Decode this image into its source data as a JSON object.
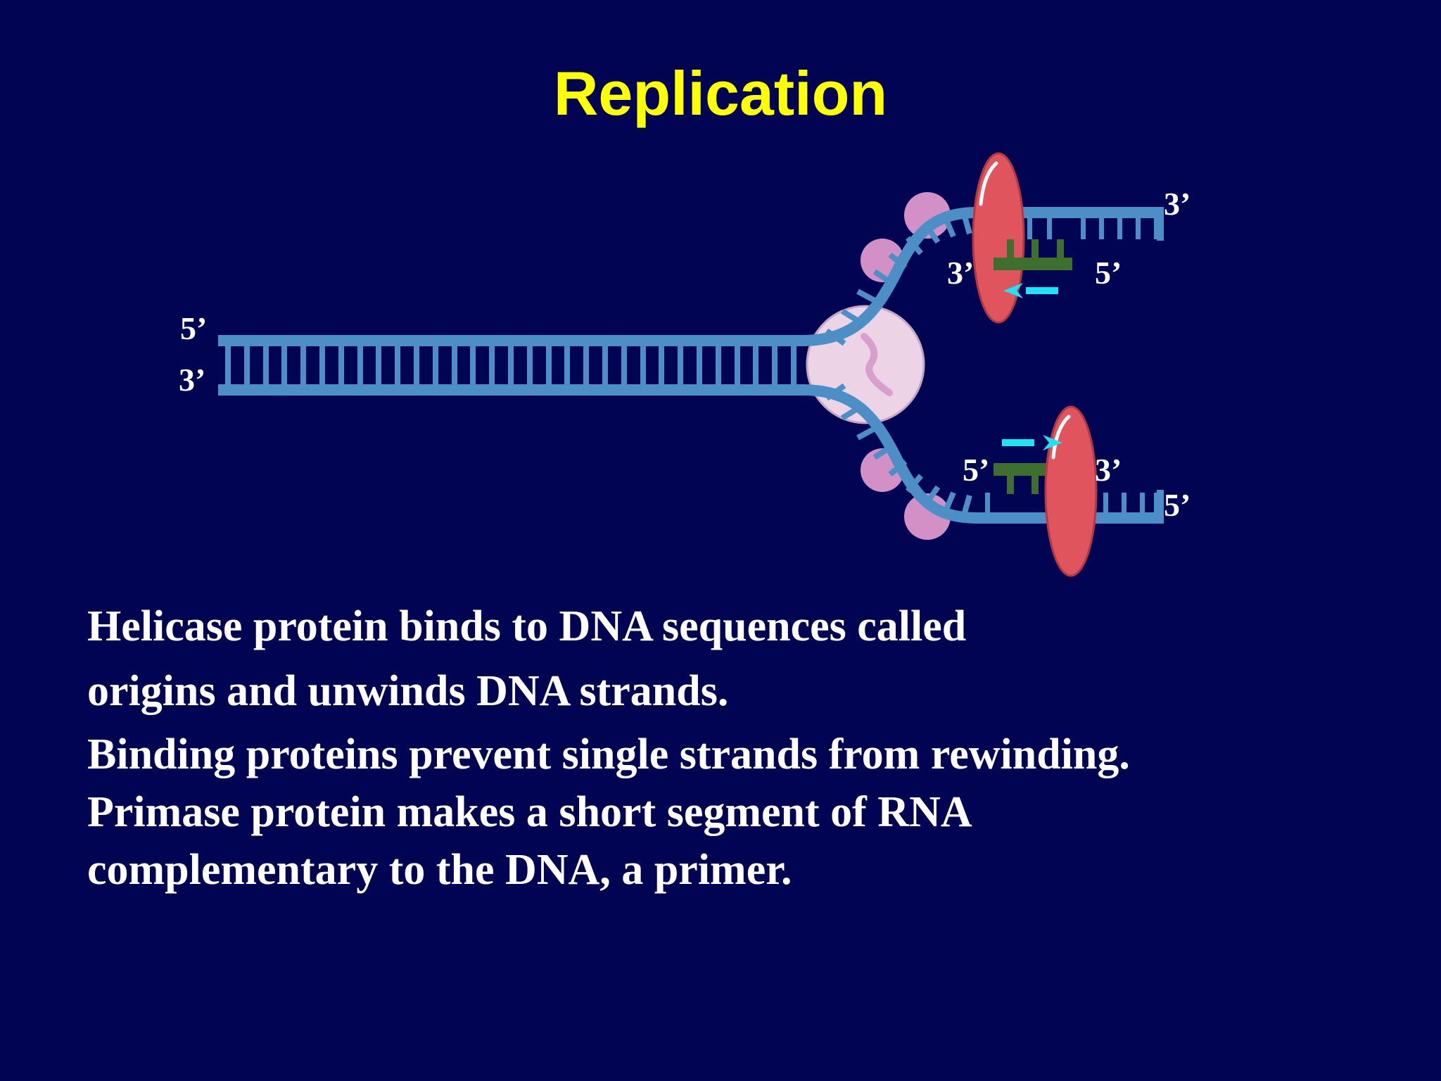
{
  "slide": {
    "title": "Replication",
    "background_color": "#000452",
    "title_color": "#ffff00"
  },
  "diagram": {
    "colors": {
      "dna_strand": "#4b8fc6",
      "helicase": "#ecd3e6",
      "binding_protein": "#d390c6",
      "primase": "#e0545d",
      "rna_primer": "#3f6f2f",
      "arrow": "#1fe2f7"
    },
    "labels": {
      "left_top": "5’",
      "left_bottom": "3’",
      "upper_right_end": "3’",
      "upper_primer_left": "3’",
      "upper_primer_right": "5’",
      "lower_primer_left": "5’",
      "lower_primer_right": "3’",
      "lower_right_end": "5’"
    }
  },
  "body": {
    "lines": [
      "Helicase protein binds to DNA sequences called",
      "origins and unwinds DNA strands.",
      "Binding proteins prevent single strands from rewinding.",
      "Primase protein makes a short segment of RNA",
      "complementary to the DNA, a primer."
    ]
  }
}
